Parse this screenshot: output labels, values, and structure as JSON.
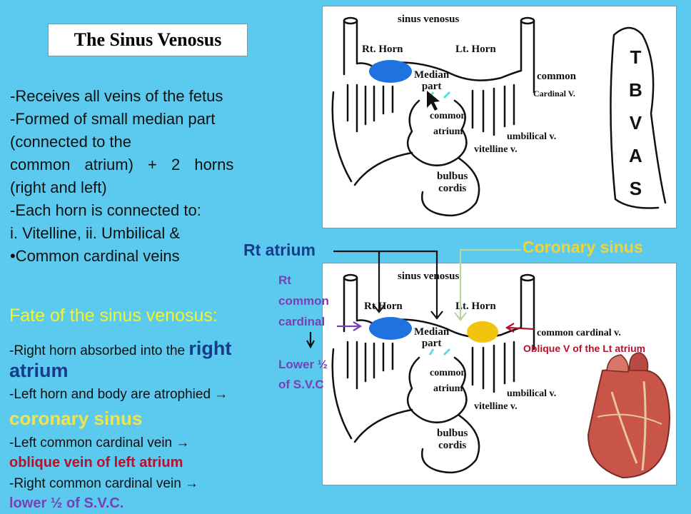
{
  "title": "The Sinus Venosus",
  "bullets": [
    "-Receives all veins of the fetus",
    "-Formed of small median part",
    "(connected to the",
    "common atrium) + 2 horns",
    "(right and left)",
    "-Each horn is connected to:",
    "i. Vitelline, ii. Umbilical &",
    "•Common cardinal veins"
  ],
  "fate": {
    "heading": "Fate of the sinus venosus:",
    "line1_prefix": "-Right horn  absorbed into the",
    "line1_bold_a": "right",
    "line1_bold_b": "atrium",
    "line2": "-Left horn and body are  atrophied →",
    "line2_result": "coronary sinus",
    "line3": "-Left common cardinal vein →",
    "line3_result": "oblique vein of left atrium",
    "line4": "-Right common cardinal vein →",
    "line4_result": "lower ½ of S.V.C."
  },
  "callouts": {
    "rt_atrium": "Rt atrium",
    "coronary_sinus": "Coronary sinus",
    "rt_common_cardinal": [
      "Rt",
      "common",
      "cardinal"
    ],
    "lower_half_svc": [
      "Lower ½",
      "of S.V.C"
    ],
    "oblique_v": "Oblique V of  the Lt atrium"
  },
  "diagram_top": {
    "sinus_venosus": "sinus venosus",
    "rt_horn": "Rt. Horn",
    "lt_horn": "Lt. Horn",
    "median_part": [
      "Median",
      "part"
    ],
    "common_label": "common",
    "cardinal_v": "Cardinal V.",
    "common_atrium": [
      "common",
      "atrium"
    ],
    "umbilical": "umbilical v.",
    "vitelline": "vitelline v.",
    "bulbus_cordis": [
      "bulbus",
      "cordis"
    ],
    "tbvas": [
      "T",
      "B",
      "V",
      "A",
      "S"
    ]
  },
  "diagram_bottom": {
    "sinus_venosus": "sinus venosus",
    "rt_horn": "Rt Horn",
    "lt_horn": "Lt. Horn",
    "median_part": [
      "Median",
      "part"
    ],
    "common_cardinal_v": "common cardinal v.",
    "common_atrium": [
      "common",
      "atrium"
    ],
    "umbilical": "umbilical v.",
    "vitelline": "vitelline v.",
    "bulbus_cordis": [
      "bulbus",
      "cordis"
    ]
  },
  "colors": {
    "background": "#5ccaee",
    "right_horn_fill": "#1f73e0",
    "coronary_sinus_fill": "#f1c40f",
    "callout_purple": "#7a3fb6",
    "callout_red": "#b3122e",
    "heading_yellow": "#f7f51f"
  }
}
